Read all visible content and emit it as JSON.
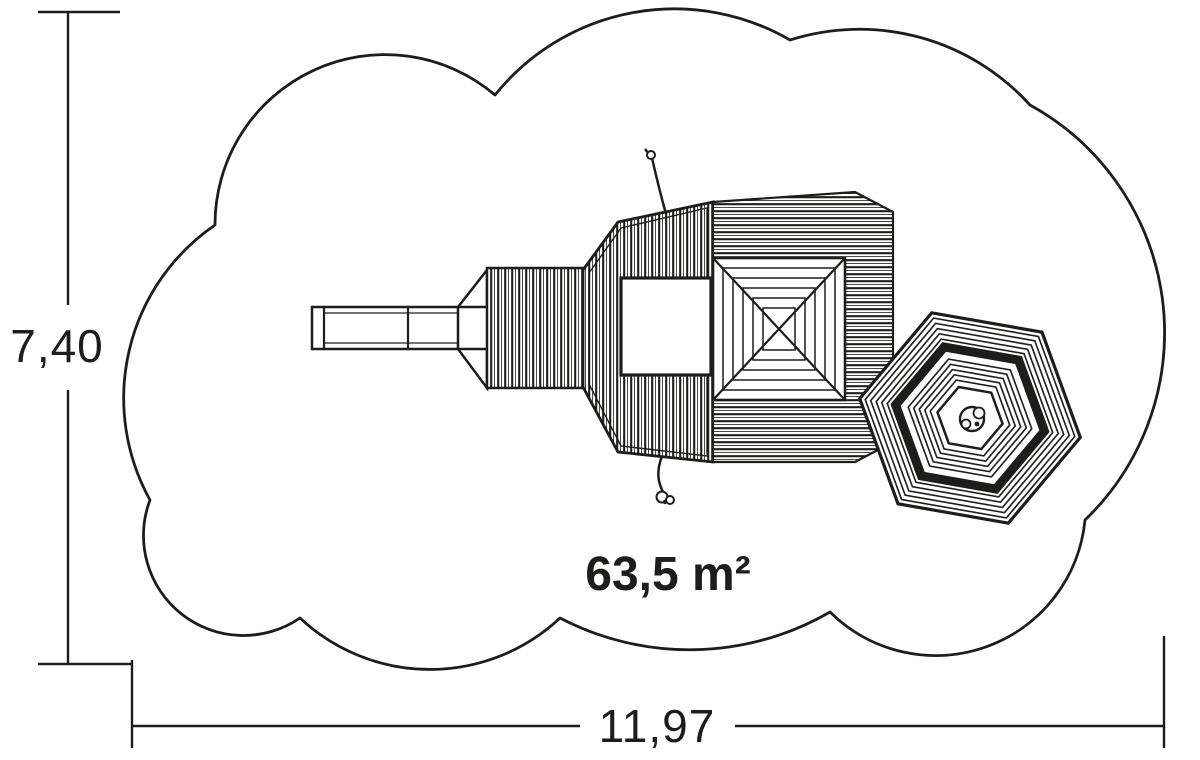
{
  "colors": {
    "ink": "#1d1d1b",
    "background": "#ffffff"
  },
  "dimensions": {
    "height_label": "7,40",
    "width_label": "11,97"
  },
  "area": {
    "label": "63,5 m²"
  }
}
